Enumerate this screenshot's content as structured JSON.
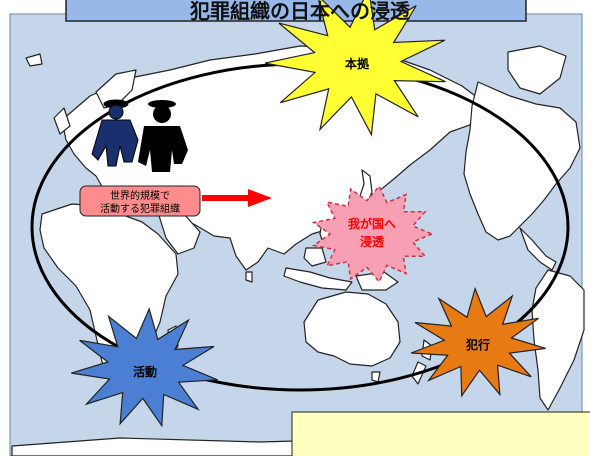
{
  "title": "犯罪組織の日本への浸透",
  "labels": {
    "headquarters": "本拠",
    "activity": "活動",
    "crime": "犯行",
    "infiltration_line1": "我が国へ",
    "infiltration_line2": "浸透",
    "org_line1": "世界的規模で",
    "org_line2": "活動する犯罪組織"
  },
  "colors": {
    "ocean": "#c6d6ea",
    "land": "#ffffff",
    "title_bg": "#99b8ea",
    "headquarters_burst": "#ffff33",
    "activity_burst": "#4a7fd4",
    "crime_burst": "#e87a14",
    "infiltration_burst": "#f7a0b4",
    "infiltration_text": "#ff0000",
    "org_box": "#ff8c8c",
    "arrow": "#ff0000",
    "note_box": "#ffffc0"
  },
  "icons": [
    "gangster-silhouette-icon",
    "gangster-silhouette-icon"
  ]
}
